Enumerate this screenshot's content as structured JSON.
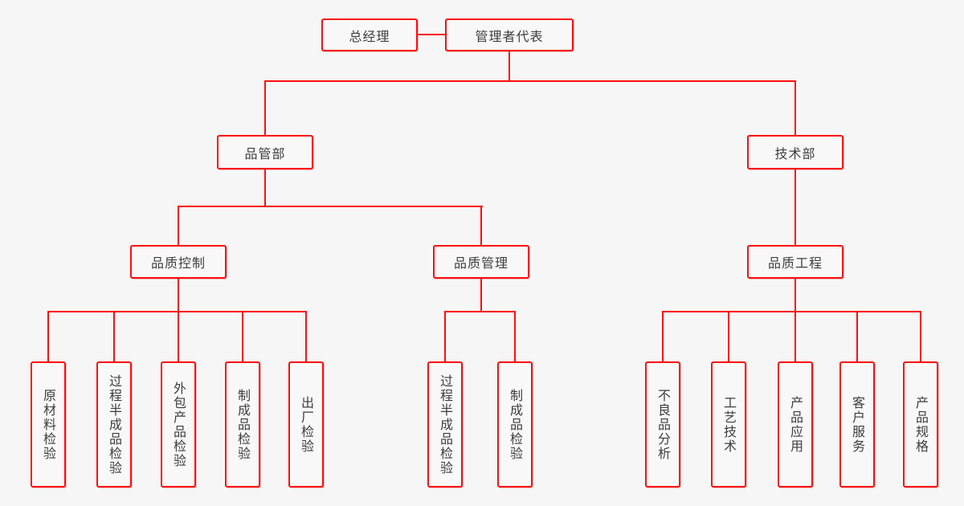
{
  "diagram": {
    "type": "org-chart",
    "colors": {
      "line": "#fd0d0d",
      "background": "#f6f6f6",
      "node_fill": "#f8f8f8",
      "text": "#3d3d3d"
    },
    "nodes": {
      "general_manager": {
        "label": "总经理"
      },
      "management_representative": {
        "label": "管理者代表"
      },
      "quality_dept": {
        "label": "品管部"
      },
      "technology_dept": {
        "label": "技术部"
      },
      "quality_control": {
        "label": "品质控制"
      },
      "quality_management": {
        "label": "品质管理"
      },
      "quality_engineering": {
        "label": "品质工程"
      },
      "quality_control_children": [
        {
          "label": "原材料检验"
        },
        {
          "label": "过程半成品检验"
        },
        {
          "label": "外包产品检验"
        },
        {
          "label": "制成品检验"
        },
        {
          "label": "出厂检验"
        }
      ],
      "quality_management_children": [
        {
          "label": "过程半成品检验"
        },
        {
          "label": "制成品检验"
        }
      ],
      "quality_engineering_children": [
        {
          "label": "不良品分析"
        },
        {
          "label": "工艺技术"
        },
        {
          "label": "产品应用"
        },
        {
          "label": "客户服务"
        },
        {
          "label": "产品规格"
        }
      ]
    }
  }
}
